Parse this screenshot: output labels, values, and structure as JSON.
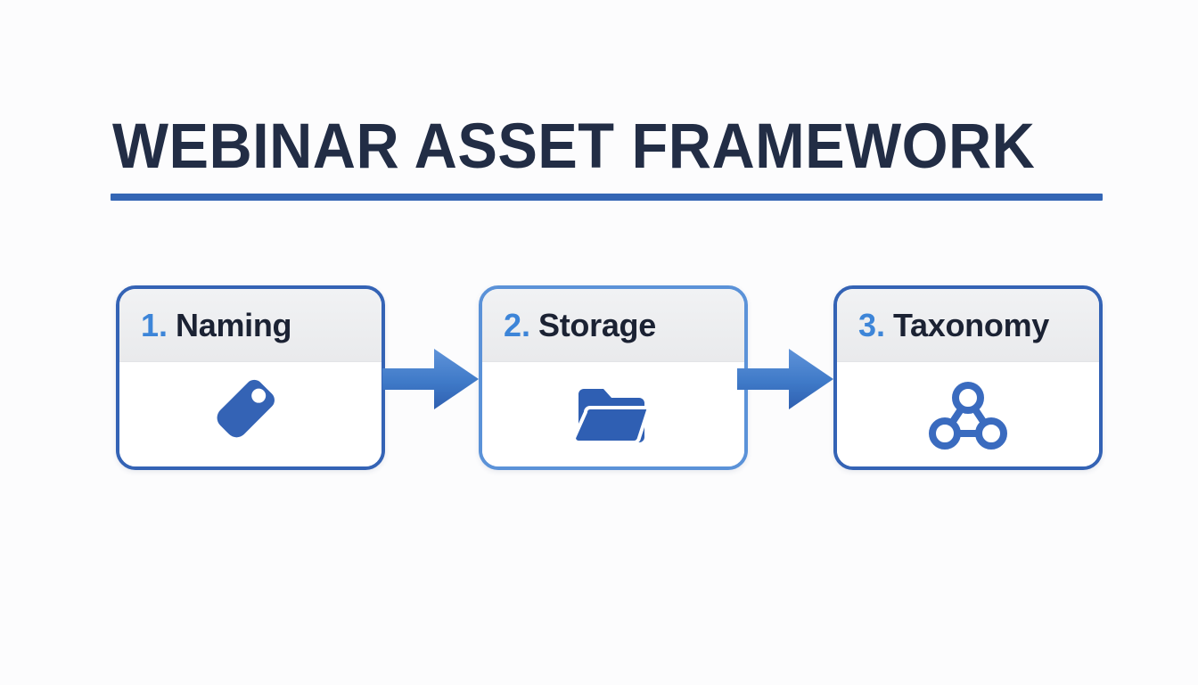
{
  "slide": {
    "title": "WEBINAR ASSET FRAMEWORK",
    "background_color": "#fcfcfd",
    "accent_color": "#3466b5",
    "title_color": "#222d45",
    "rule_color": "#3466b5"
  },
  "flow": {
    "arrow_color": "#3f7ac8",
    "steps": [
      {
        "step": "1.",
        "label": "Naming",
        "icon": "tag-icon",
        "icon_color": "#3463b5",
        "border_color": "#3463b5"
      },
      {
        "step": "2.",
        "label": "Storage",
        "icon": "folder-open-icon",
        "icon_color": "#2f5fb3",
        "border_color": "#5b92d8"
      },
      {
        "step": "3.",
        "label": "Taxonomy",
        "icon": "network-nodes-icon",
        "icon_color": "#3a6bbf",
        "border_color": "#3463b5"
      }
    ],
    "arrows": [
      {
        "name": "arrow-step1-to-step2",
        "direction": "right"
      },
      {
        "name": "arrow-step2-to-step3",
        "direction": "right"
      }
    ]
  }
}
